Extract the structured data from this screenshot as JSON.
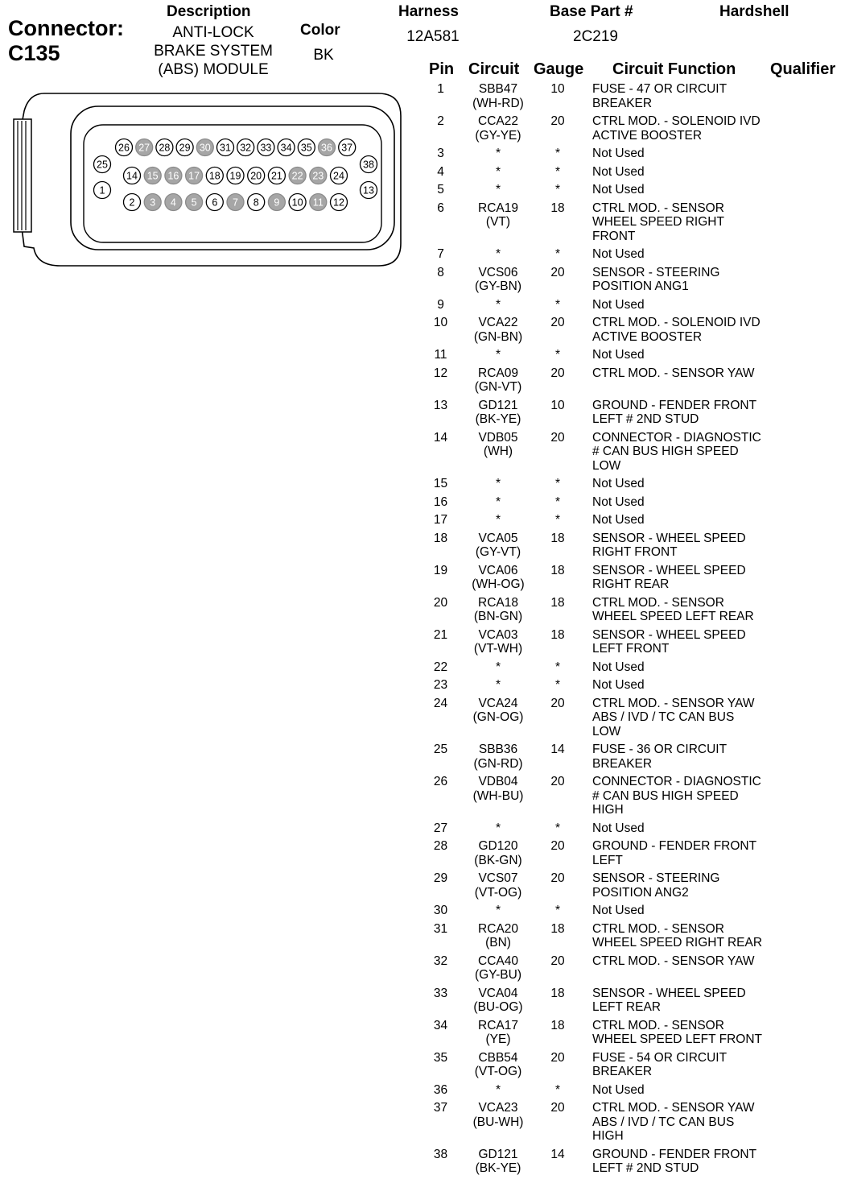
{
  "header": {
    "connector_label": "Connector:",
    "connector_id": "C135",
    "description_label": "Description",
    "description_lines": [
      "ANTI-LOCK",
      "BRAKE SYSTEM",
      "(ABS) MODULE"
    ],
    "color_label": "Color",
    "color_value": "BK",
    "harness_label": "Harness",
    "harness_value": "12A581",
    "base_part_label": "Base Part #",
    "base_part_value": "2C219",
    "hardshell_label": "Hardshell"
  },
  "columns": {
    "pin": "Pin",
    "circuit": "Circuit",
    "gauge": "Gauge",
    "function": "Circuit Function",
    "qualifier": "Qualifier"
  },
  "pins": [
    {
      "pin": "1",
      "circuit": [
        "SBB47",
        "(WH-RD)"
      ],
      "gauge": "10",
      "function": [
        "FUSE - 47 OR CIRCUIT",
        "BREAKER"
      ]
    },
    {
      "pin": "2",
      "circuit": [
        "CCA22",
        "(GY-YE)"
      ],
      "gauge": "20",
      "function": [
        "CTRL MOD. - SOLENOID IVD",
        "ACTIVE BOOSTER"
      ]
    },
    {
      "pin": "3",
      "circuit": [
        "*"
      ],
      "gauge": "*",
      "function": [
        "Not Used"
      ]
    },
    {
      "pin": "4",
      "circuit": [
        "*"
      ],
      "gauge": "*",
      "function": [
        "Not Used"
      ]
    },
    {
      "pin": "5",
      "circuit": [
        "*"
      ],
      "gauge": "*",
      "function": [
        "Not Used"
      ]
    },
    {
      "pin": "6",
      "circuit": [
        "RCA19",
        "(VT)"
      ],
      "gauge": "18",
      "function": [
        "CTRL MOD. - SENSOR",
        "WHEEL SPEED RIGHT",
        "FRONT"
      ]
    },
    {
      "pin": "7",
      "circuit": [
        "*"
      ],
      "gauge": "*",
      "function": [
        "Not Used"
      ]
    },
    {
      "pin": "8",
      "circuit": [
        "VCS06",
        "(GY-BN)"
      ],
      "gauge": "20",
      "function": [
        "SENSOR - STEERING",
        "POSITION ANG1"
      ]
    },
    {
      "pin": "9",
      "circuit": [
        "*"
      ],
      "gauge": "*",
      "function": [
        "Not Used"
      ]
    },
    {
      "pin": "10",
      "circuit": [
        "VCA22",
        "(GN-BN)"
      ],
      "gauge": "20",
      "function": [
        "CTRL MOD. - SOLENOID IVD",
        "ACTIVE BOOSTER"
      ]
    },
    {
      "pin": "11",
      "circuit": [
        "*"
      ],
      "gauge": "*",
      "function": [
        "Not Used"
      ]
    },
    {
      "pin": "12",
      "circuit": [
        "RCA09",
        "(GN-VT)"
      ],
      "gauge": "20",
      "function": [
        "CTRL MOD. - SENSOR YAW"
      ]
    },
    {
      "pin": "13",
      "circuit": [
        "GD121",
        "(BK-YE)"
      ],
      "gauge": "10",
      "function": [
        "GROUND - FENDER FRONT",
        "LEFT # 2ND STUD"
      ]
    },
    {
      "pin": "14",
      "circuit": [
        "VDB05",
        "(WH)"
      ],
      "gauge": "20",
      "function": [
        "CONNECTOR - DIAGNOSTIC",
        "# CAN BUS HIGH SPEED",
        "LOW"
      ]
    },
    {
      "pin": "15",
      "circuit": [
        "*"
      ],
      "gauge": "*",
      "function": [
        "Not Used"
      ]
    },
    {
      "pin": "16",
      "circuit": [
        "*"
      ],
      "gauge": "*",
      "function": [
        "Not Used"
      ]
    },
    {
      "pin": "17",
      "circuit": [
        "*"
      ],
      "gauge": "*",
      "function": [
        "Not Used"
      ]
    },
    {
      "pin": "18",
      "circuit": [
        "VCA05",
        "(GY-VT)"
      ],
      "gauge": "18",
      "function": [
        "SENSOR - WHEEL SPEED",
        "RIGHT FRONT"
      ]
    },
    {
      "pin": "19",
      "circuit": [
        "VCA06",
        "(WH-OG)"
      ],
      "gauge": "18",
      "function": [
        "SENSOR - WHEEL SPEED",
        "RIGHT REAR"
      ]
    },
    {
      "pin": "20",
      "circuit": [
        "RCA18",
        "(BN-GN)"
      ],
      "gauge": "18",
      "function": [
        "CTRL MOD. - SENSOR",
        "WHEEL SPEED LEFT REAR"
      ]
    },
    {
      "pin": "21",
      "circuit": [
        "VCA03",
        "(VT-WH)"
      ],
      "gauge": "18",
      "function": [
        "SENSOR - WHEEL SPEED",
        "LEFT FRONT"
      ]
    },
    {
      "pin": "22",
      "circuit": [
        "*"
      ],
      "gauge": "*",
      "function": [
        "Not Used"
      ]
    },
    {
      "pin": "23",
      "circuit": [
        "*"
      ],
      "gauge": "*",
      "function": [
        "Not Used"
      ]
    },
    {
      "pin": "24",
      "circuit": [
        "VCA24",
        "(GN-OG)"
      ],
      "gauge": "20",
      "function": [
        "CTRL MOD. - SENSOR YAW",
        "ABS / IVD / TC CAN BUS",
        "LOW"
      ]
    },
    {
      "pin": "25",
      "circuit": [
        "SBB36",
        "(GN-RD)"
      ],
      "gauge": "14",
      "function": [
        "FUSE - 36 OR CIRCUIT",
        "BREAKER"
      ]
    },
    {
      "pin": "26",
      "circuit": [
        "VDB04",
        "(WH-BU)"
      ],
      "gauge": "20",
      "function": [
        "CONNECTOR - DIAGNOSTIC",
        "# CAN BUS HIGH SPEED",
        "HIGH"
      ]
    },
    {
      "pin": "27",
      "circuit": [
        "*"
      ],
      "gauge": "*",
      "function": [
        "Not Used"
      ]
    },
    {
      "pin": "28",
      "circuit": [
        "GD120",
        "(BK-GN)"
      ],
      "gauge": "20",
      "function": [
        "GROUND - FENDER FRONT",
        "LEFT"
      ]
    },
    {
      "pin": "29",
      "circuit": [
        "VCS07",
        "(VT-OG)"
      ],
      "gauge": "20",
      "function": [
        "SENSOR - STEERING",
        "POSITION ANG2"
      ]
    },
    {
      "pin": "30",
      "circuit": [
        "*"
      ],
      "gauge": "*",
      "function": [
        "Not Used"
      ]
    },
    {
      "pin": "31",
      "circuit": [
        "RCA20",
        "(BN)"
      ],
      "gauge": "18",
      "function": [
        "CTRL MOD. - SENSOR",
        "WHEEL SPEED RIGHT REAR"
      ]
    },
    {
      "pin": "32",
      "circuit": [
        "CCA40",
        "(GY-BU)"
      ],
      "gauge": "20",
      "function": [
        "CTRL MOD. - SENSOR YAW"
      ]
    },
    {
      "pin": "33",
      "circuit": [
        "VCA04",
        "(BU-OG)"
      ],
      "gauge": "18",
      "function": [
        "SENSOR - WHEEL SPEED",
        "LEFT REAR"
      ]
    },
    {
      "pin": "34",
      "circuit": [
        "RCA17",
        "(YE)"
      ],
      "gauge": "18",
      "function": [
        "CTRL MOD. - SENSOR",
        "WHEEL SPEED LEFT FRONT"
      ]
    },
    {
      "pin": "35",
      "circuit": [
        "CBB54",
        "(VT-OG)"
      ],
      "gauge": "20",
      "function": [
        "FUSE - 54 OR CIRCUIT",
        "BREAKER"
      ]
    },
    {
      "pin": "36",
      "circuit": [
        "*"
      ],
      "gauge": "*",
      "function": [
        "Not Used"
      ]
    },
    {
      "pin": "37",
      "circuit": [
        "VCA23",
        "(BU-WH)"
      ],
      "gauge": "20",
      "function": [
        "CTRL MOD. - SENSOR YAW",
        "ABS / IVD / TC CAN BUS",
        "HIGH"
      ]
    },
    {
      "pin": "38",
      "circuit": [
        "GD121",
        "(BK-YE)"
      ],
      "gauge": "14",
      "function": [
        "GROUND - FENDER FRONT",
        "LEFT # 2ND STUD"
      ]
    }
  ],
  "connector_face": {
    "fill_colors": {
      "used": "#ffffff",
      "unused": "#a6a6a6"
    },
    "rows": [
      [
        {
          "n": "26",
          "used": true
        },
        {
          "n": "27",
          "used": false
        },
        {
          "n": "28",
          "used": true
        },
        {
          "n": "29",
          "used": true
        },
        {
          "n": "30",
          "used": false
        },
        {
          "n": "31",
          "used": true
        },
        {
          "n": "32",
          "used": true
        },
        {
          "n": "33",
          "used": true
        },
        {
          "n": "34",
          "used": true
        },
        {
          "n": "35",
          "used": true
        },
        {
          "n": "36",
          "used": false
        },
        {
          "n": "37",
          "used": true
        }
      ],
      [
        {
          "n": "14",
          "used": true
        },
        {
          "n": "15",
          "used": false
        },
        {
          "n": "16",
          "used": false
        },
        {
          "n": "17",
          "used": false
        },
        {
          "n": "18",
          "used": true
        },
        {
          "n": "19",
          "used": true
        },
        {
          "n": "20",
          "used": true
        },
        {
          "n": "21",
          "used": true
        },
        {
          "n": "22",
          "used": false
        },
        {
          "n": "23",
          "used": false
        },
        {
          "n": "24",
          "used": true
        }
      ],
      [
        {
          "n": "2",
          "used": true
        },
        {
          "n": "3",
          "used": false
        },
        {
          "n": "4",
          "used": false
        },
        {
          "n": "5",
          "used": false
        },
        {
          "n": "6",
          "used": true
        },
        {
          "n": "7",
          "used": false
        },
        {
          "n": "8",
          "used": true
        },
        {
          "n": "9",
          "used": false
        },
        {
          "n": "10",
          "used": true
        },
        {
          "n": "11",
          "used": false
        },
        {
          "n": "12",
          "used": true
        }
      ]
    ],
    "side_left": [
      {
        "n": "25",
        "used": true
      },
      {
        "n": "1",
        "used": true
      }
    ],
    "side_right": [
      {
        "n": "38",
        "used": true
      },
      {
        "n": "13",
        "used": true
      }
    ]
  }
}
